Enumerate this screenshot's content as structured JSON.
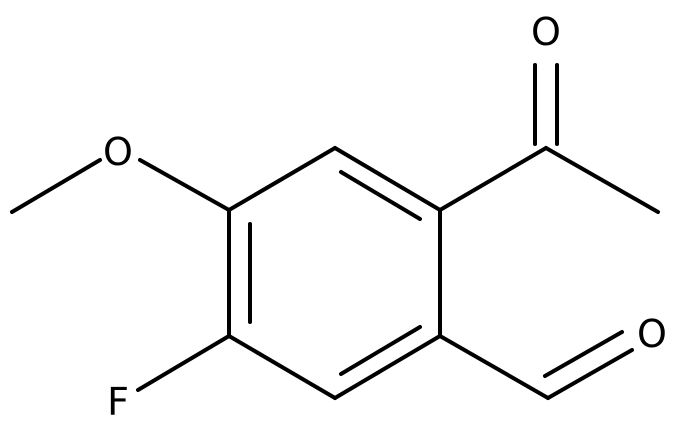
{
  "molecule": {
    "atoms": {
      "O_acetyl": "O",
      "O_methoxy": "O",
      "O_aldehyde": "O",
      "F": "F"
    }
  },
  "colors": {
    "background": "#ffffff",
    "bond": "#000000",
    "label": "#000000"
  }
}
